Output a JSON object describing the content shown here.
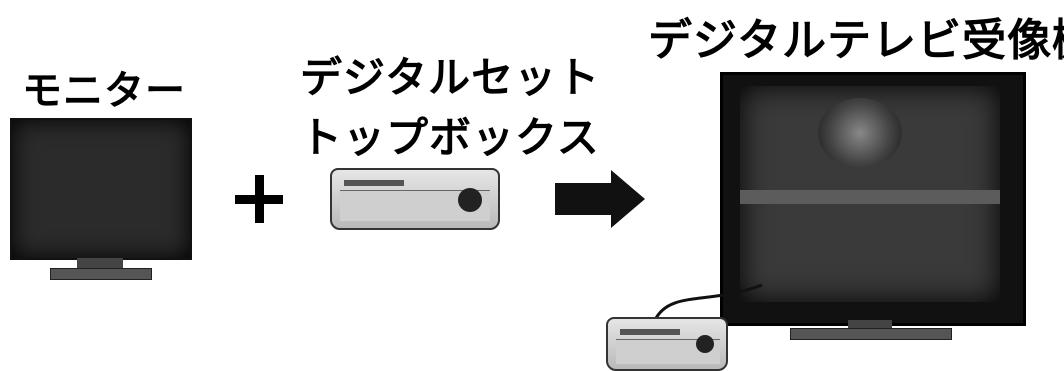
{
  "labels": {
    "monitor": "モニター",
    "set_top_box_line1": "デジタルセット",
    "set_top_box_line2": "トップボックス",
    "digital_tv": "デジタルテレビ受像機"
  }
}
